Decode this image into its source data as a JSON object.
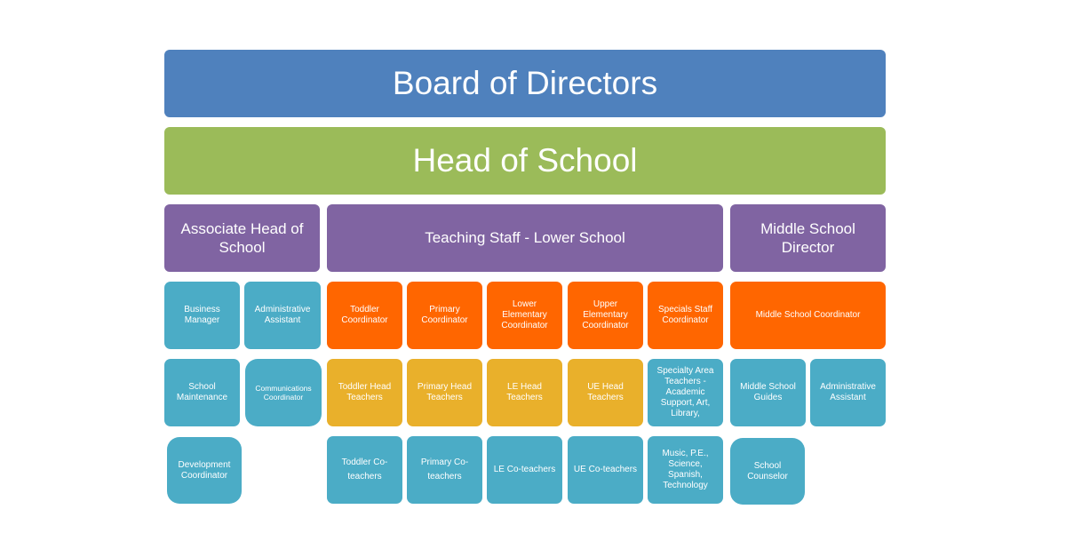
{
  "colors": {
    "board": "#4f81bd",
    "head": "#9bbb59",
    "division": "#8064a2",
    "staff": "#4bacc6",
    "coordinator": "#ff6600",
    "head_teachers": "#e9b02b"
  },
  "board": "Board of Directors",
  "head_of_school": "Head of School",
  "divisions": [
    "Associate Head of School",
    "Teaching Staff - Lower School",
    "Middle School Director"
  ],
  "associate": {
    "business_manager": "Business Manager",
    "admin_assistant": "Administrative Assistant",
    "school_maintenance": "School Maintenance",
    "communications": "Communications Coordinator",
    "development": "Development Coordinator"
  },
  "lower_school": {
    "coordinators": [
      "Toddler Coordinator",
      "Primary Coordinator",
      "Lower Elementary Coordinator",
      "Upper Elementary Coordinator",
      "Specials Staff Coordinator"
    ],
    "head_teachers": [
      "Toddler Head Teachers",
      "Primary Head Teachers",
      "LE Head Teachers",
      "UE Head Teachers",
      "Specialty Area Teachers - Academic Support, Art, Library,"
    ],
    "co_teachers": [
      "Toddler Co-teachers",
      "Primary Co-teachers",
      "LE Co-teachers",
      "UE Co-teachers",
      "Music, P.E., Science, Spanish, Technology"
    ]
  },
  "middle_school": {
    "coordinator": "Middle School Coordinator",
    "guides": "Middle School Guides",
    "admin_assistant": "Administrative Assistant",
    "counselor": "School Counselor"
  }
}
